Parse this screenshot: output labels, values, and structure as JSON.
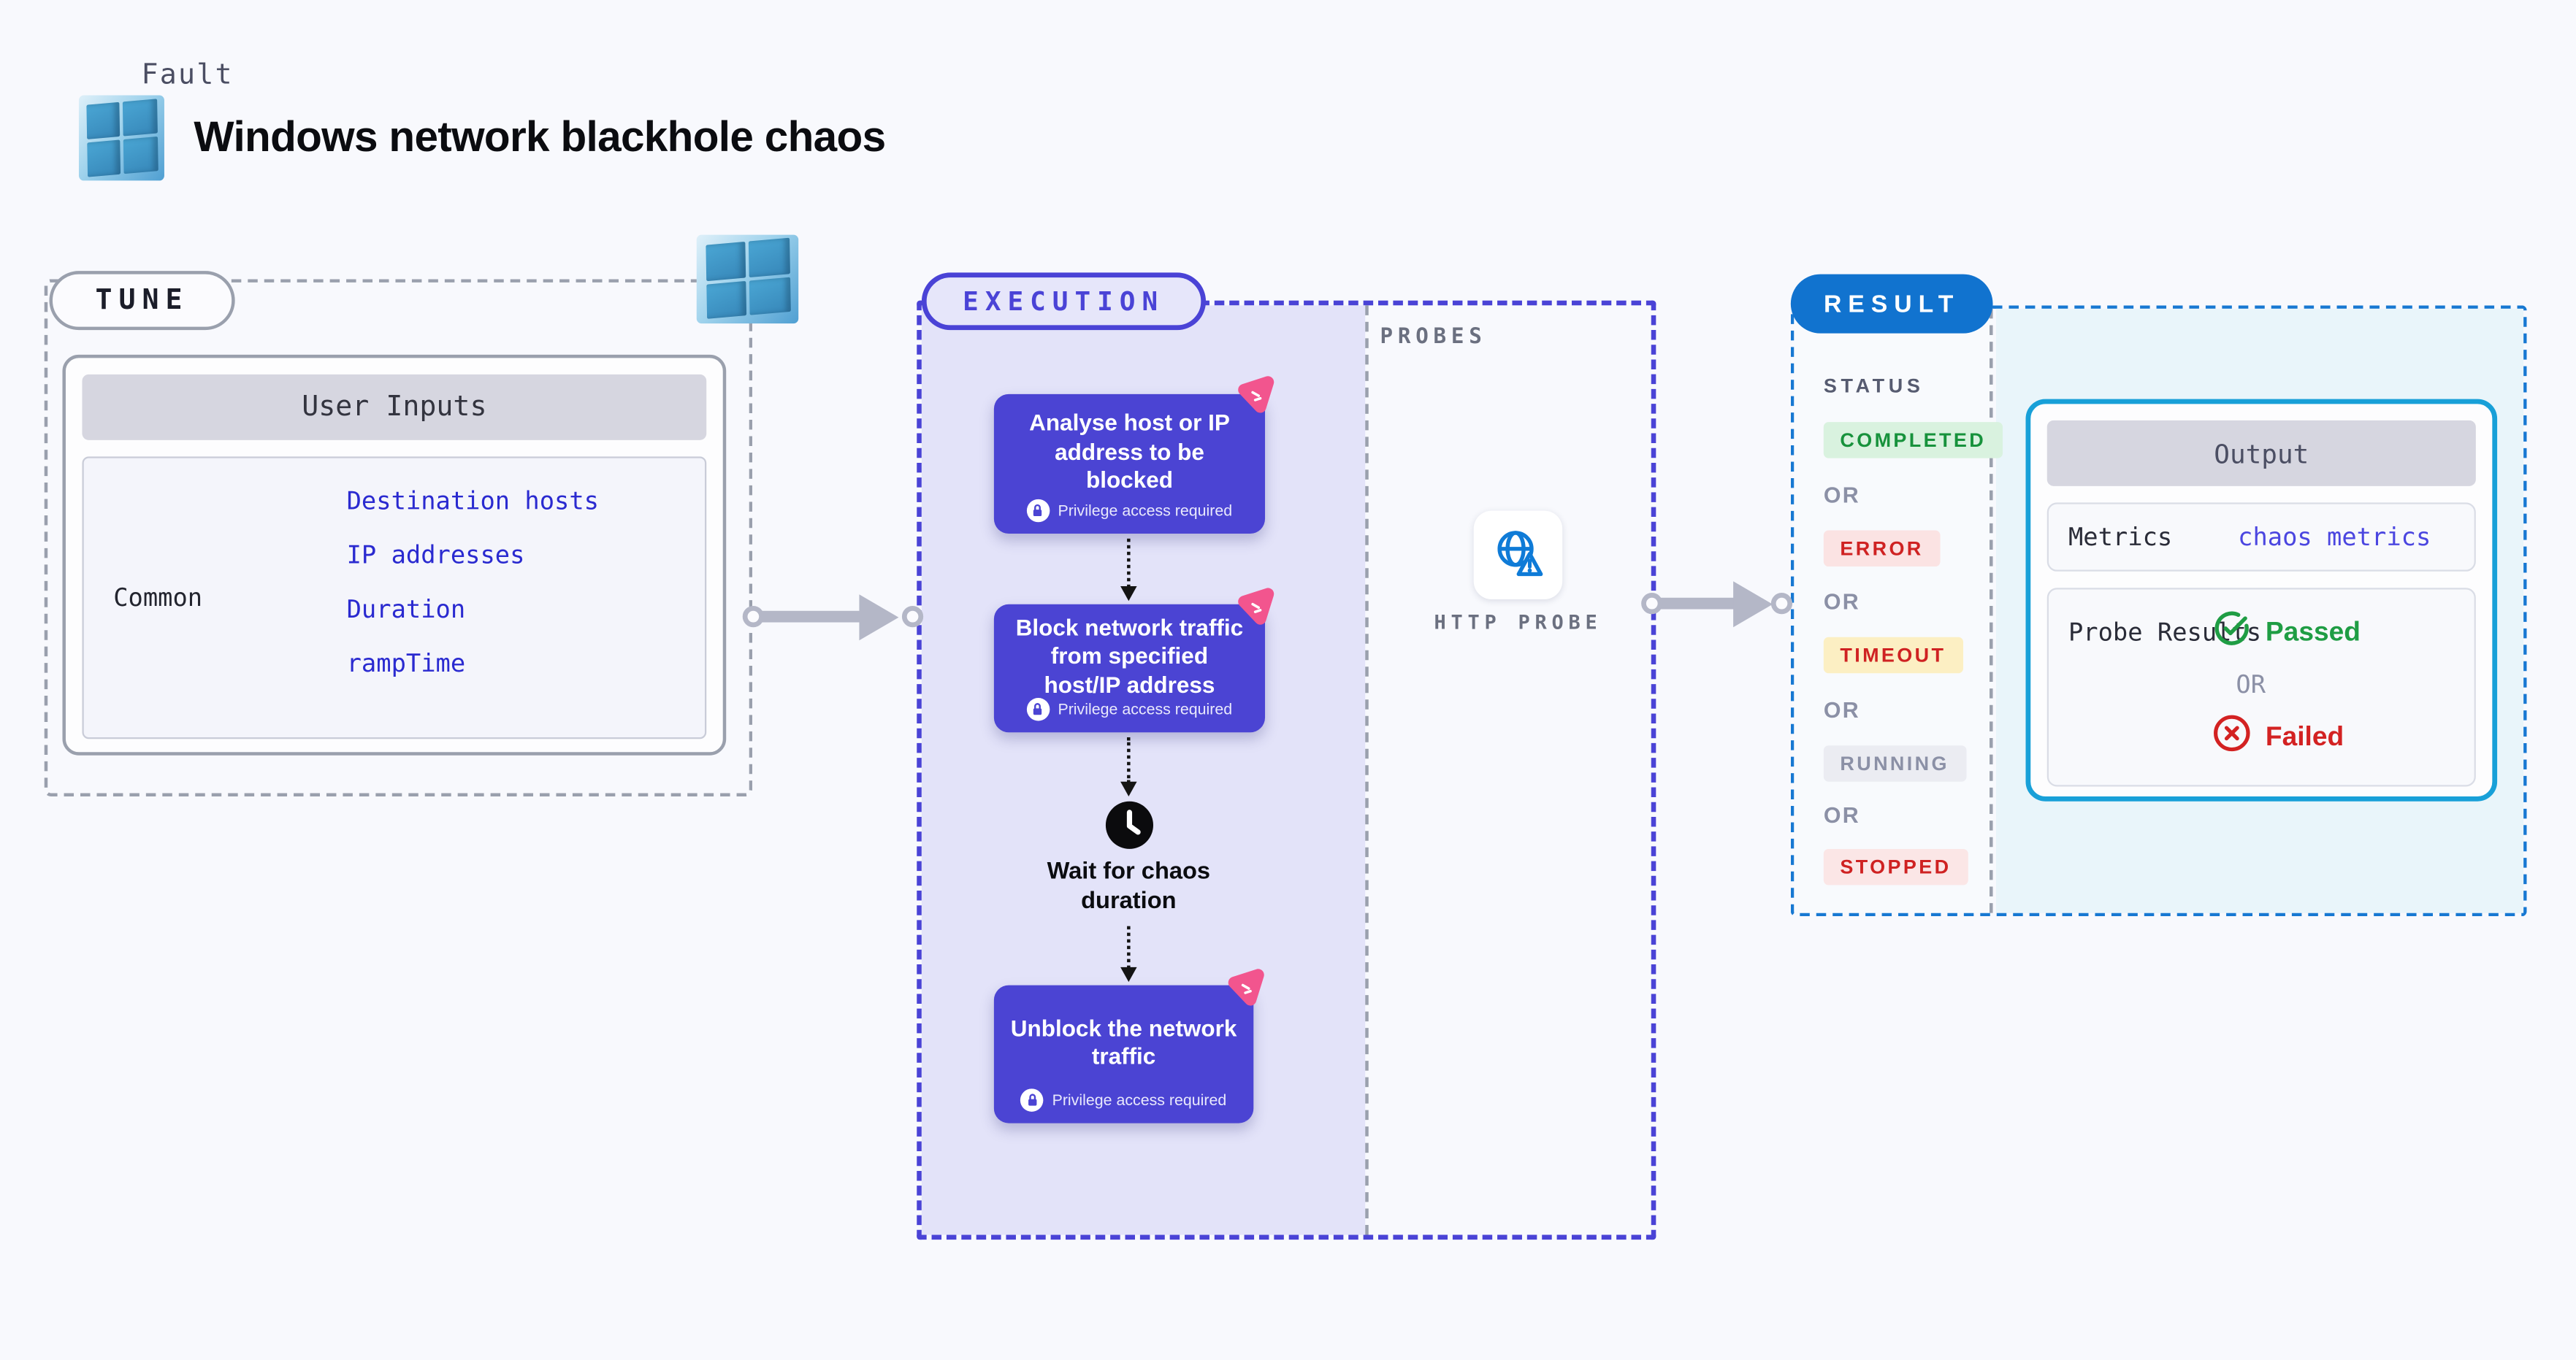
{
  "header": {
    "fault_label": "Fault",
    "title": "Windows network blackhole chaos"
  },
  "tune": {
    "label": "TUNE",
    "card": {
      "title": "User Inputs",
      "row_label": "Common",
      "inputs": [
        "Destination hosts",
        "IP addresses",
        "Duration",
        "rampTime"
      ]
    }
  },
  "execution": {
    "label": "EXECUTION",
    "probes_label": "PROBES",
    "lock_label": "Privilege access required",
    "nodes": [
      "Analyse host or IP address to be blocked",
      "Block network traffic from specified host/IP address",
      "Unblock the network traffic"
    ],
    "wait_label": "Wait for chaos duration"
  },
  "probes": {
    "http_probe_label": "HTTP PROBE"
  },
  "result": {
    "label": "RESULT",
    "status_label": "STATUS",
    "or_label": "OR",
    "statuses": [
      {
        "label": "COMPLETED",
        "type": "success"
      },
      {
        "label": "ERROR",
        "type": "error"
      },
      {
        "label": "TIMEOUT",
        "type": "timeout"
      },
      {
        "label": "RUNNING",
        "type": "running"
      },
      {
        "label": "STOPPED",
        "type": "stopped"
      }
    ],
    "output": {
      "title": "Output",
      "metrics_label": "Metrics",
      "metrics_link": "chaos metrics",
      "probe_results_label": "Probe Results",
      "passed_label": "Passed",
      "or_label": "OR",
      "failed_label": "Failed"
    }
  },
  "colors": {
    "background": "#f8f9fd",
    "node_indigo": "#4b44d3",
    "execution_border": "#4a43d6",
    "execution_fill": "#e3e3f9",
    "result_blue": "#1173cf",
    "output_border": "#18a0d8",
    "link_blue": "#2a2ad0",
    "passed_green": "#1f9d44",
    "failed_red": "#d32222",
    "badge_pink": "#f2558e"
  }
}
